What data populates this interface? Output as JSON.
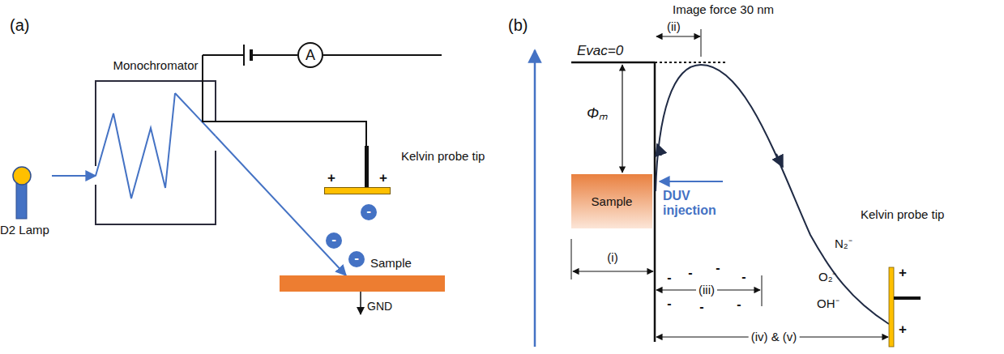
{
  "diagram": {
    "nodes": [
      {
        "text": [
          "D2 Lamp"
        ]
      },
      {
        "text": [
          "Monochromator"
        ]
      },
      {
        "text": [
          "A"
        ]
      },
      {
        "text": [
          "Kelvin probe tip"
        ]
      },
      {
        "text": [
          "Sample"
        ]
      },
      {
        "text": [
          "Sample"
        ]
      },
      {
        "text": [
          "Kelvin probe tip"
        ]
      }
    ],
    "edges": [
      {
        "from": 0,
        "to": 1,
        "arrow": "to"
      },
      {
        "from": 1,
        "to": 4,
        "arrow": "to"
      }
    ],
    "labels": [
      "(a)",
      "+",
      "+",
      "-",
      "-",
      "-",
      "GND",
      "(b)",
      "Image force 30 nm",
      "(ii)",
      "Evac=0",
      "Φₘ",
      "DUV injection",
      "(i)",
      "-",
      "-",
      "-",
      "-",
      "-",
      "-",
      "-",
      "(iii)",
      "(iv) & (v)",
      "N₂⁻",
      "O₂⁻",
      "OH⁻",
      "+",
      "+"
    ]
  }
}
